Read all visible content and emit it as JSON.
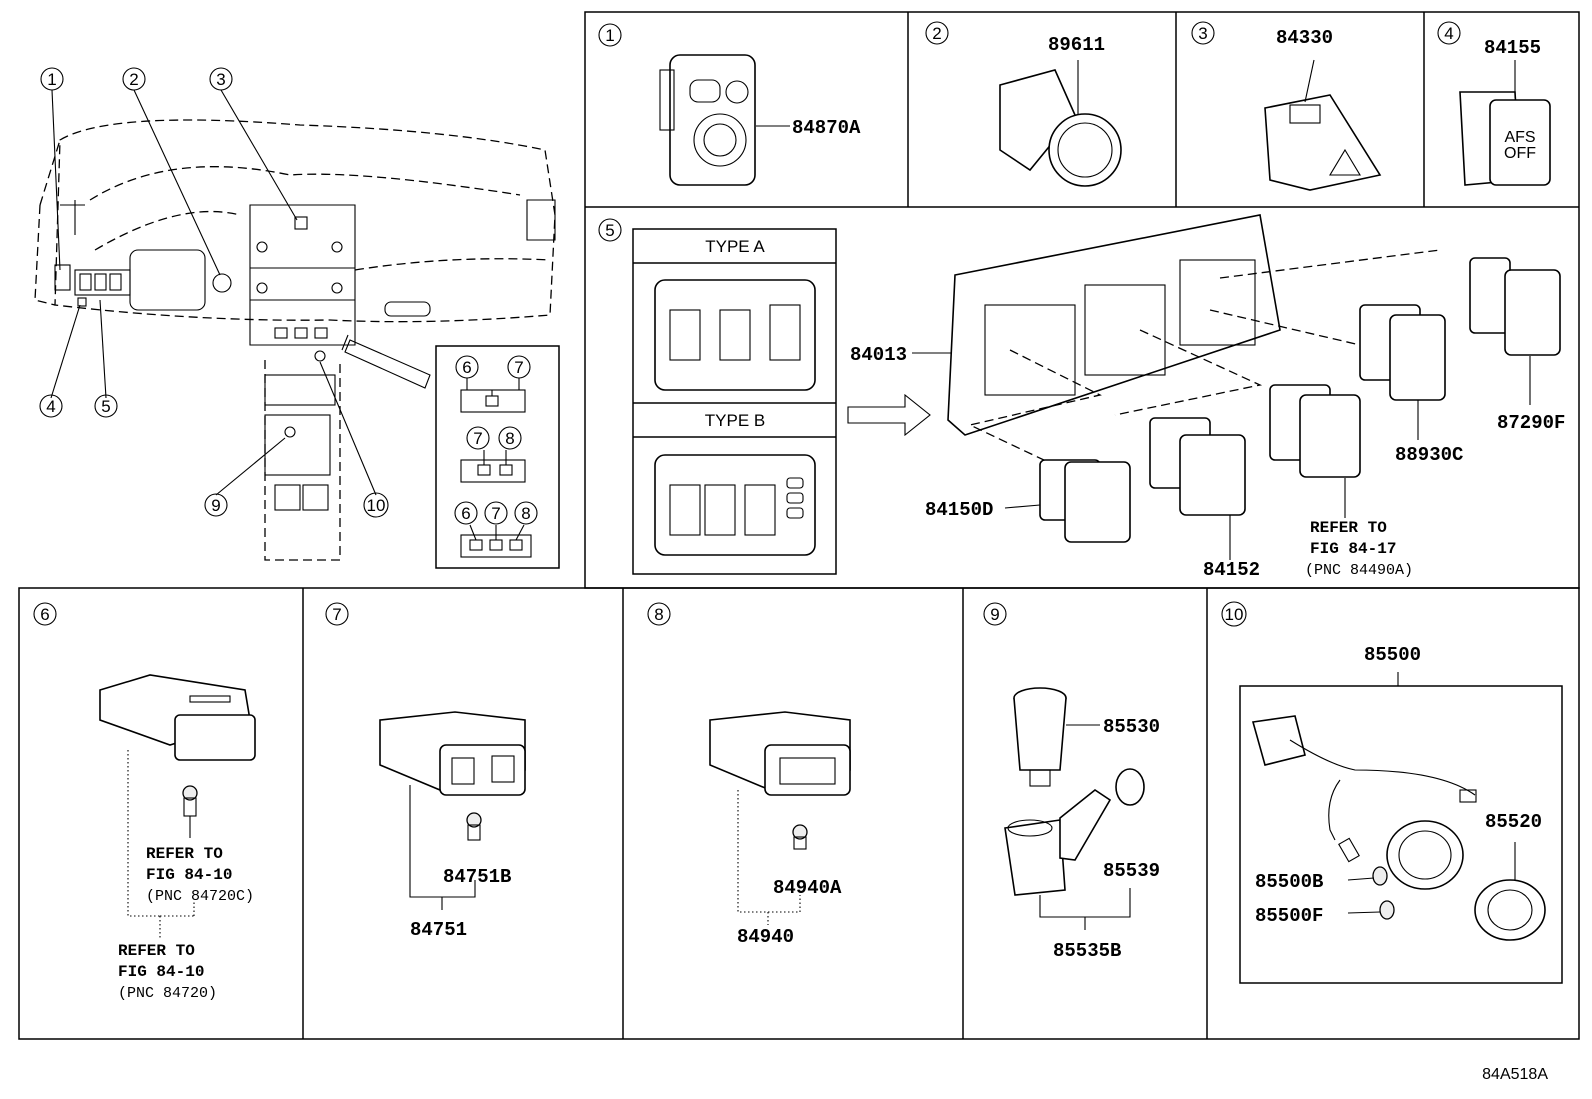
{
  "diagram_ref": "84A518A",
  "callouts": [
    "1",
    "2",
    "3",
    "4",
    "5",
    "6",
    "7",
    "8",
    "9",
    "10"
  ],
  "overview": {
    "legend_groups": [
      [
        "6",
        "7"
      ],
      [
        "7",
        "8"
      ],
      [
        "6",
        "7",
        "8"
      ]
    ]
  },
  "panels": {
    "p1": {
      "callout": "1",
      "parts": [
        "84870A"
      ]
    },
    "p2": {
      "callout": "2",
      "parts": [
        "89611"
      ]
    },
    "p3": {
      "callout": "3",
      "parts": [
        "84330"
      ]
    },
    "p4": {
      "callout": "4",
      "parts": [
        "84155"
      ]
    },
    "p5": {
      "callout": "5",
      "type_a": "TYPE A",
      "type_b": "TYPE B",
      "parts": [
        "84013",
        "84150D",
        "84152",
        "88930C",
        "87290F"
      ],
      "note": [
        "REFER TO",
        "FIG 84-17",
        "(PNC 84490A)"
      ]
    },
    "p6": {
      "callout": "6",
      "note1": [
        "REFER TO",
        "FIG 84-10",
        "(PNC 84720C)"
      ],
      "note2": [
        "REFER TO",
        "FIG 84-10",
        "(PNC 84720)"
      ]
    },
    "p7": {
      "callout": "7",
      "parts": [
        "84751B",
        "84751"
      ]
    },
    "p8": {
      "callout": "8",
      "parts": [
        "84940A",
        "84940"
      ]
    },
    "p9": {
      "callout": "9",
      "parts": [
        "85530",
        "85539",
        "85535B"
      ]
    },
    "p10": {
      "callout": "10",
      "parts": [
        "85500",
        "85520",
        "85500B",
        "85500F"
      ]
    }
  },
  "icons": {
    "p4_switch_text": [
      "AFS",
      "OFF"
    ]
  }
}
